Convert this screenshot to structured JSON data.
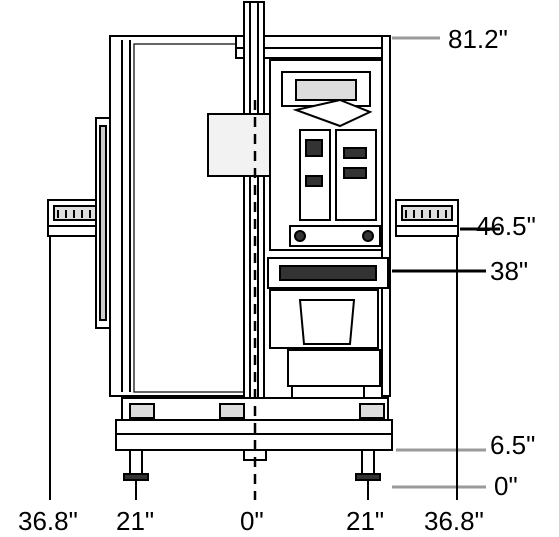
{
  "heights": {
    "top": "81.2\"",
    "upper": "46.5\"",
    "middle": "38\"",
    "base": "6.5\"",
    "floor": "0\""
  },
  "widths": {
    "far_left": "36.8\"",
    "left": "21\"",
    "center": "0\"",
    "right": "21\"",
    "far_right": "36.8\""
  },
  "colors": {
    "line": "#000000",
    "gray_lead": "#9a9a9a",
    "fill": "#f2f2f2",
    "dark": "#333333"
  }
}
